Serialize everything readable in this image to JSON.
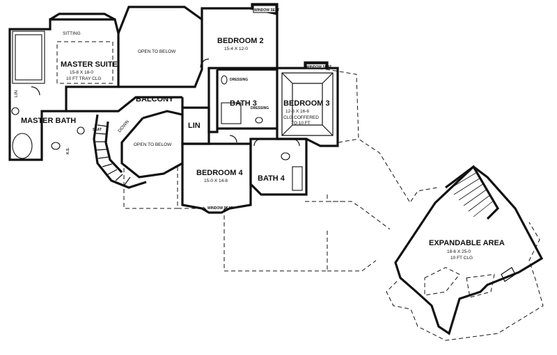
{
  "rooms": {
    "sitting": "SITTING",
    "master_suite": {
      "name": "MASTER SUITE",
      "dims": "15-8 X 18-0",
      "note": "10 FT TRAY CLG"
    },
    "open_to_below_1": "OPEN TO BELOW",
    "bedroom2": {
      "name": "BEDROOM 2",
      "dims": "15-4 X 12-0"
    },
    "window_seat_1": "WINDOW SEAT",
    "window_seat_2": "WINDOW SEAT",
    "window_seat_3": "WINDOW SEAT",
    "dressing_1": "DRESSING",
    "dressing_2": "DRESSING",
    "bath3": "BATH 3",
    "bedroom3": {
      "name": "BEDROOM 3",
      "dims": "12-6 X 16-6",
      "note1": "CLG COFFERED",
      "note2": "TO 10 FT"
    },
    "lin_1": "LIN",
    "lin_2": "LIN",
    "balcony": "BALCONY",
    "master_bath": "MASTER BATH",
    "seat": "SEAT",
    "down": "DOWN",
    "open_to_below_2": "OPEN TO BELOW",
    "ks": "K.S.",
    "bedroom4": {
      "name": "BEDROOM 4",
      "dims": "15-0 X 14-8"
    },
    "bath4": "BATH 4",
    "expandable": {
      "name": "EXPANDABLE AREA",
      "dims": "18-6 X 25-0",
      "note": "10 FT CLG"
    }
  }
}
